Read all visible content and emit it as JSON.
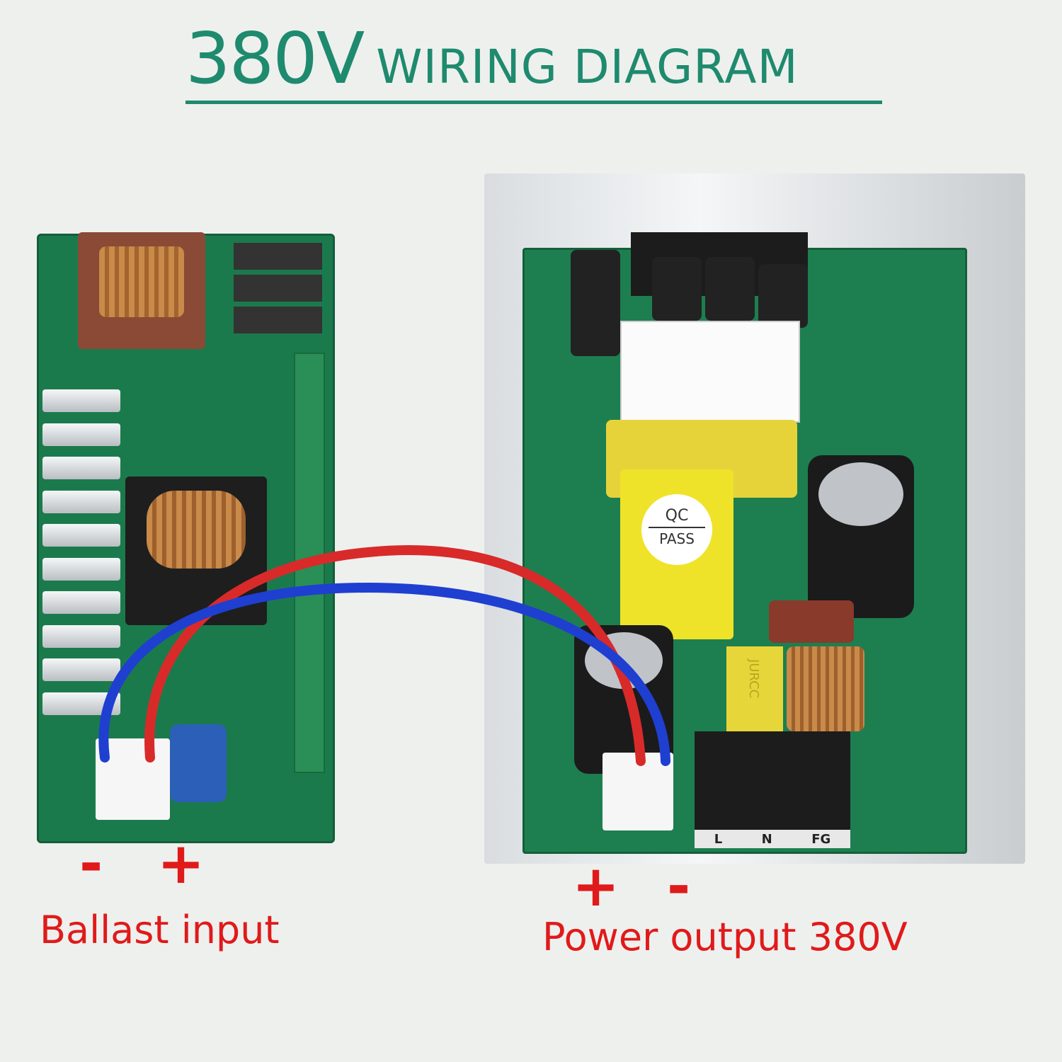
{
  "title": {
    "voltage": "380V",
    "heading": "WIRING DIAGRAM"
  },
  "left": {
    "minus": "-",
    "plus": "+",
    "caption": "Ballast input"
  },
  "right": {
    "plus": "+",
    "minus": "-",
    "caption": "Power output 380V"
  },
  "sticker": {
    "qc": "QC",
    "pass": "PASS"
  },
  "jurcc": "JURCC",
  "terminals": {
    "l": "L",
    "n": "N",
    "fg": "FG"
  },
  "colors": {
    "title": "#1e8a6e",
    "labels": "#e01a1a",
    "wire_red": "#d92a2a",
    "wire_blue": "#1f3fd1"
  }
}
